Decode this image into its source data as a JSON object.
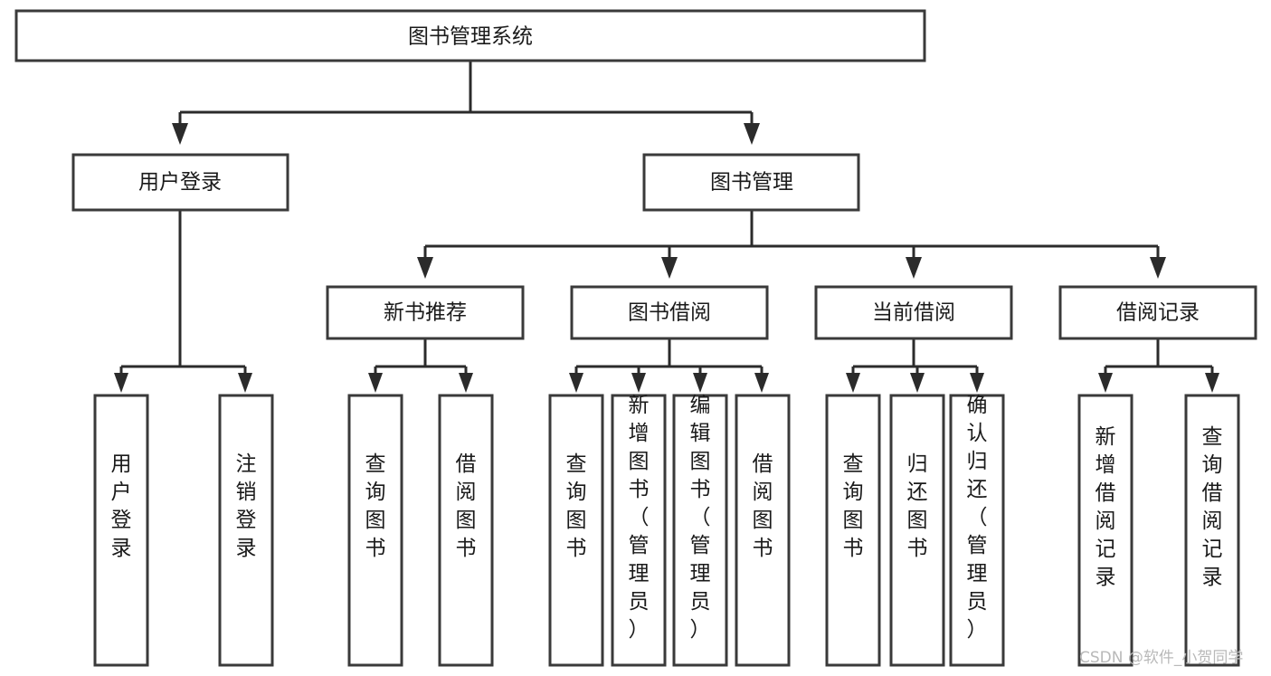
{
  "diagram": {
    "title": "图书管理系统",
    "type": "tree-hierarchy-chart",
    "watermark": "CSDN @软件_小贺同学",
    "colors": {
      "box_stroke": "#3a3a3a",
      "box_fill": "#ffffff",
      "connector": "#2b2b2b",
      "text": "#1a1a1a",
      "watermark": "#b9b9b9",
      "background": "#ffffff"
    },
    "root": {
      "label": "图书管理系统"
    },
    "level2": [
      {
        "label": "用户登录"
      },
      {
        "label": "图书管理"
      }
    ],
    "level3": [
      {
        "label": "新书推荐"
      },
      {
        "label": "图书借阅"
      },
      {
        "label": "当前借阅"
      },
      {
        "label": "借阅记录"
      }
    ],
    "leaves": {
      "user_login": [
        {
          "label": "用户登录"
        },
        {
          "label": "注销登录"
        }
      ],
      "new_book": [
        {
          "label": "查询图书"
        },
        {
          "label": "借阅图书"
        }
      ],
      "book_borrow": [
        {
          "label": "查询图书"
        },
        {
          "label": "新增图书（管理员）"
        },
        {
          "label": "编辑图书（管理员）"
        },
        {
          "label": "借阅图书"
        }
      ],
      "current_borrow": [
        {
          "label": "查询图书"
        },
        {
          "label": "归还图书"
        },
        {
          "label": "确认归还（管理员）"
        }
      ],
      "borrow_record": [
        {
          "label": "新增借阅记录"
        },
        {
          "label": "查询借阅记录"
        }
      ]
    }
  }
}
